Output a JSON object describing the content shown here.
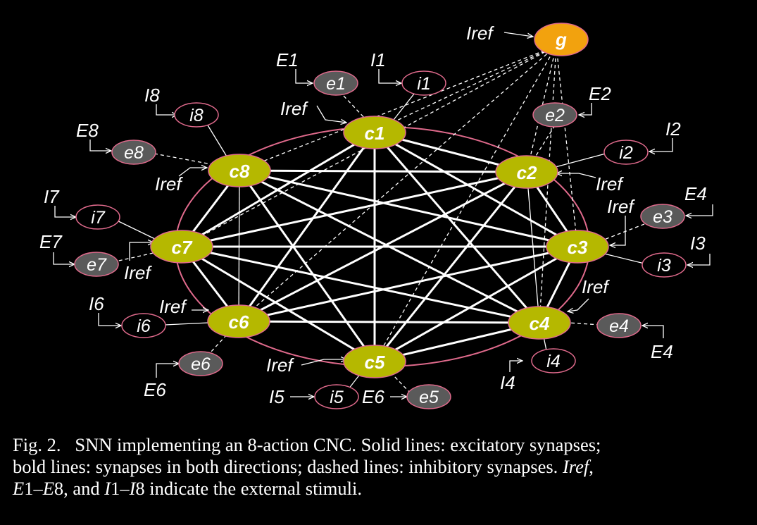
{
  "nodes": {
    "g": "g",
    "c1": "c1",
    "c2": "c2",
    "c3": "c3",
    "c4": "c4",
    "c5": "c5",
    "c6": "c6",
    "c7": "c7",
    "c8": "c8",
    "e1": "e1",
    "e2": "e2",
    "e3": "e3",
    "e4": "e4",
    "e5": "e5",
    "e6": "e6",
    "e7": "e7",
    "e8": "e8",
    "i1": "i1",
    "i2": "i2",
    "i3": "i3",
    "i4": "i4",
    "i5": "i5",
    "i6": "i6",
    "i7": "i7",
    "i8": "i8"
  },
  "stimuli": {
    "iref": "Iref",
    "E1": "E1",
    "E2": "E2",
    "E4": "E4",
    "E6": "E6",
    "E7": "E7",
    "E8": "E8",
    "I1": "I1",
    "I2": "I2",
    "I3": "I3",
    "I4": "I4",
    "I5": "I5",
    "I6": "I6",
    "I7": "I7",
    "I8": "I8"
  },
  "caption": {
    "fig": "Fig. 2.",
    "line1_rest": "SNN implementing an 8-action CNC. Solid lines: excitatory synapses;",
    "line2_text": "bold lines: synapses in both directions; dashed lines: inhibitory synapses.",
    "iref": "Iref",
    "comma": ",",
    "e_first_letter": "E",
    "e_first_num": "1–",
    "e_last_letter": "E",
    "e_last_num": "8, and ",
    "i_first_letter": "I",
    "i_first_num": "1–",
    "i_last_letter": "I",
    "i_last_num": "8 indicate the external stimuli."
  },
  "colors": {
    "background": "#000000",
    "c_node_fill": "#b5b800",
    "g_node_fill": "#f2a20e",
    "e_node_fill": "#5a5a5a",
    "node_outline": "#e06a8c",
    "ring": "#e06a8c",
    "line": "#ffffff"
  }
}
